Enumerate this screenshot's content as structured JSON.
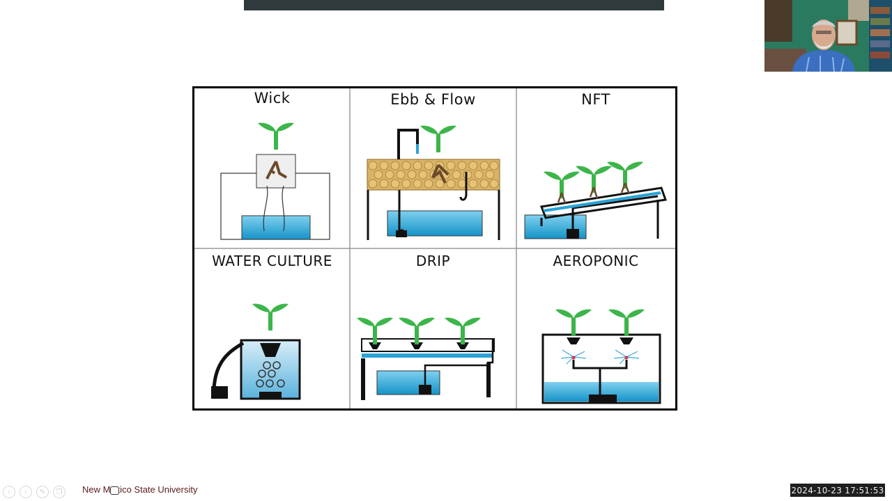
{
  "slide": {
    "panels": {
      "wick": "Wick",
      "ebb_flow": "Ebb & Flow",
      "nft": "NFT",
      "water_culture": "WATER CULTURE",
      "drip": "DRIP",
      "aeroponic": "AEROPONIC"
    }
  },
  "footer": {
    "org_label": "New Mexico State University",
    "timestamp": "2024-10-23 17:51:53"
  },
  "colors": {
    "water": "#2aa3d6",
    "leaf": "#3cb54a",
    "root": "#6b4a2a",
    "medium": "#d9b365",
    "timestamp_bg": "#1e1e1e"
  },
  "icons": {
    "prev": "chevron-left-icon",
    "next": "chevron-right-icon",
    "pen": "pen-icon",
    "copy": "copy-icon",
    "camera": "camera-icon"
  }
}
